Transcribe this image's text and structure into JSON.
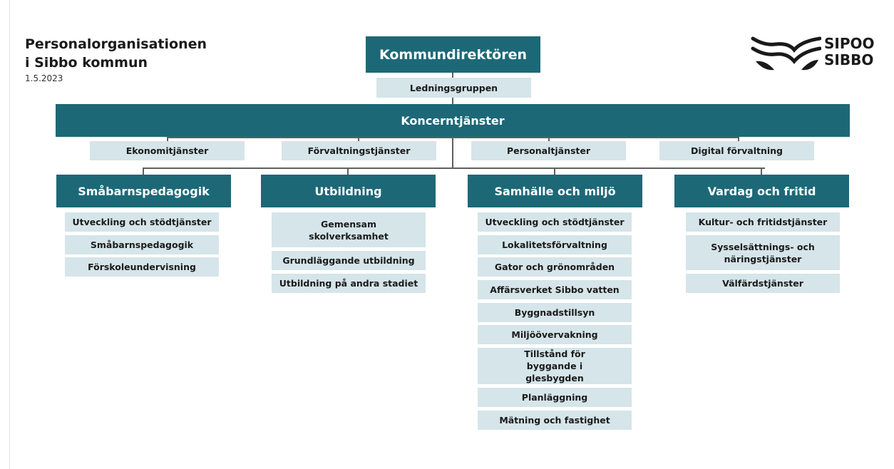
{
  "title": {
    "line1": "Personalorganisationen",
    "line2": "i Sibbo kommun",
    "date": "1.5.2023"
  },
  "logo": {
    "line1": "SIPOO",
    "line2": "SIBBO",
    "color": "#1a1a1a"
  },
  "colors": {
    "dark_box": "#1d6877",
    "light_box": "#d5e5e9",
    "connector": "#5f5f5f"
  },
  "top": {
    "director": "Kommundirektören",
    "management": "Ledningsgruppen"
  },
  "group": {
    "label": "Koncerntjänster",
    "units": [
      "Ekonomitjänster",
      "Förvaltningstjänster",
      "Personaltjänster",
      "Digital förvaltning"
    ]
  },
  "divisions": [
    {
      "name": "Småbarnspedagogik",
      "units": [
        "Utveckling och stödtjänster",
        "Småbarnspedagogik",
        "Förskoleundervisning"
      ]
    },
    {
      "name": "Utbildning",
      "units": [
        "Gemensam skolverksamhet",
        "Grundläggande utbildning",
        "Utbildning på andra stadiet"
      ]
    },
    {
      "name": "Samhälle och miljö",
      "units": [
        "Utveckling och stödtjänster",
        "Lokalitetsförvaltning",
        "Gator och grönområden",
        "Affärsverket Sibbo vatten",
        "Byggnadstillsyn",
        "Miljöövervakning",
        "Tillstånd för byggande i glesbygden",
        "Planläggning",
        "Mätning och fastighet"
      ]
    },
    {
      "name": "Vardag och fritid",
      "units": [
        "Kultur- och fritidstjänster",
        "Sysselsättnings- och näringstjänster",
        "Välfärdstjänster"
      ]
    }
  ]
}
